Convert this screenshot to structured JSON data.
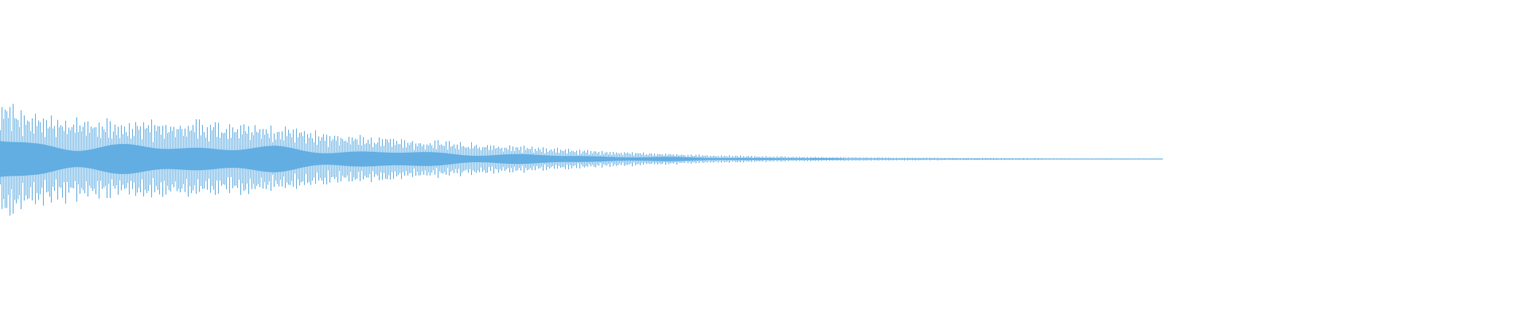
{
  "waveform": {
    "color": "#62aee3",
    "background": "#ffffff",
    "peak_amplitude": 1.0,
    "audible_fraction_of_width": 0.74,
    "envelope": [
      [
        0.0,
        1.0
      ],
      [
        0.02,
        0.78
      ],
      [
        0.05,
        0.66
      ],
      [
        0.1,
        0.64
      ],
      [
        0.14,
        0.62
      ],
      [
        0.18,
        0.56
      ],
      [
        0.22,
        0.42
      ],
      [
        0.28,
        0.32
      ],
      [
        0.34,
        0.22
      ],
      [
        0.4,
        0.13
      ],
      [
        0.46,
        0.07
      ],
      [
        0.52,
        0.04
      ],
      [
        0.58,
        0.025
      ],
      [
        0.64,
        0.018
      ],
      [
        0.7,
        0.01
      ],
      [
        0.74,
        0.004
      ],
      [
        1.0,
        0.0
      ]
    ]
  }
}
